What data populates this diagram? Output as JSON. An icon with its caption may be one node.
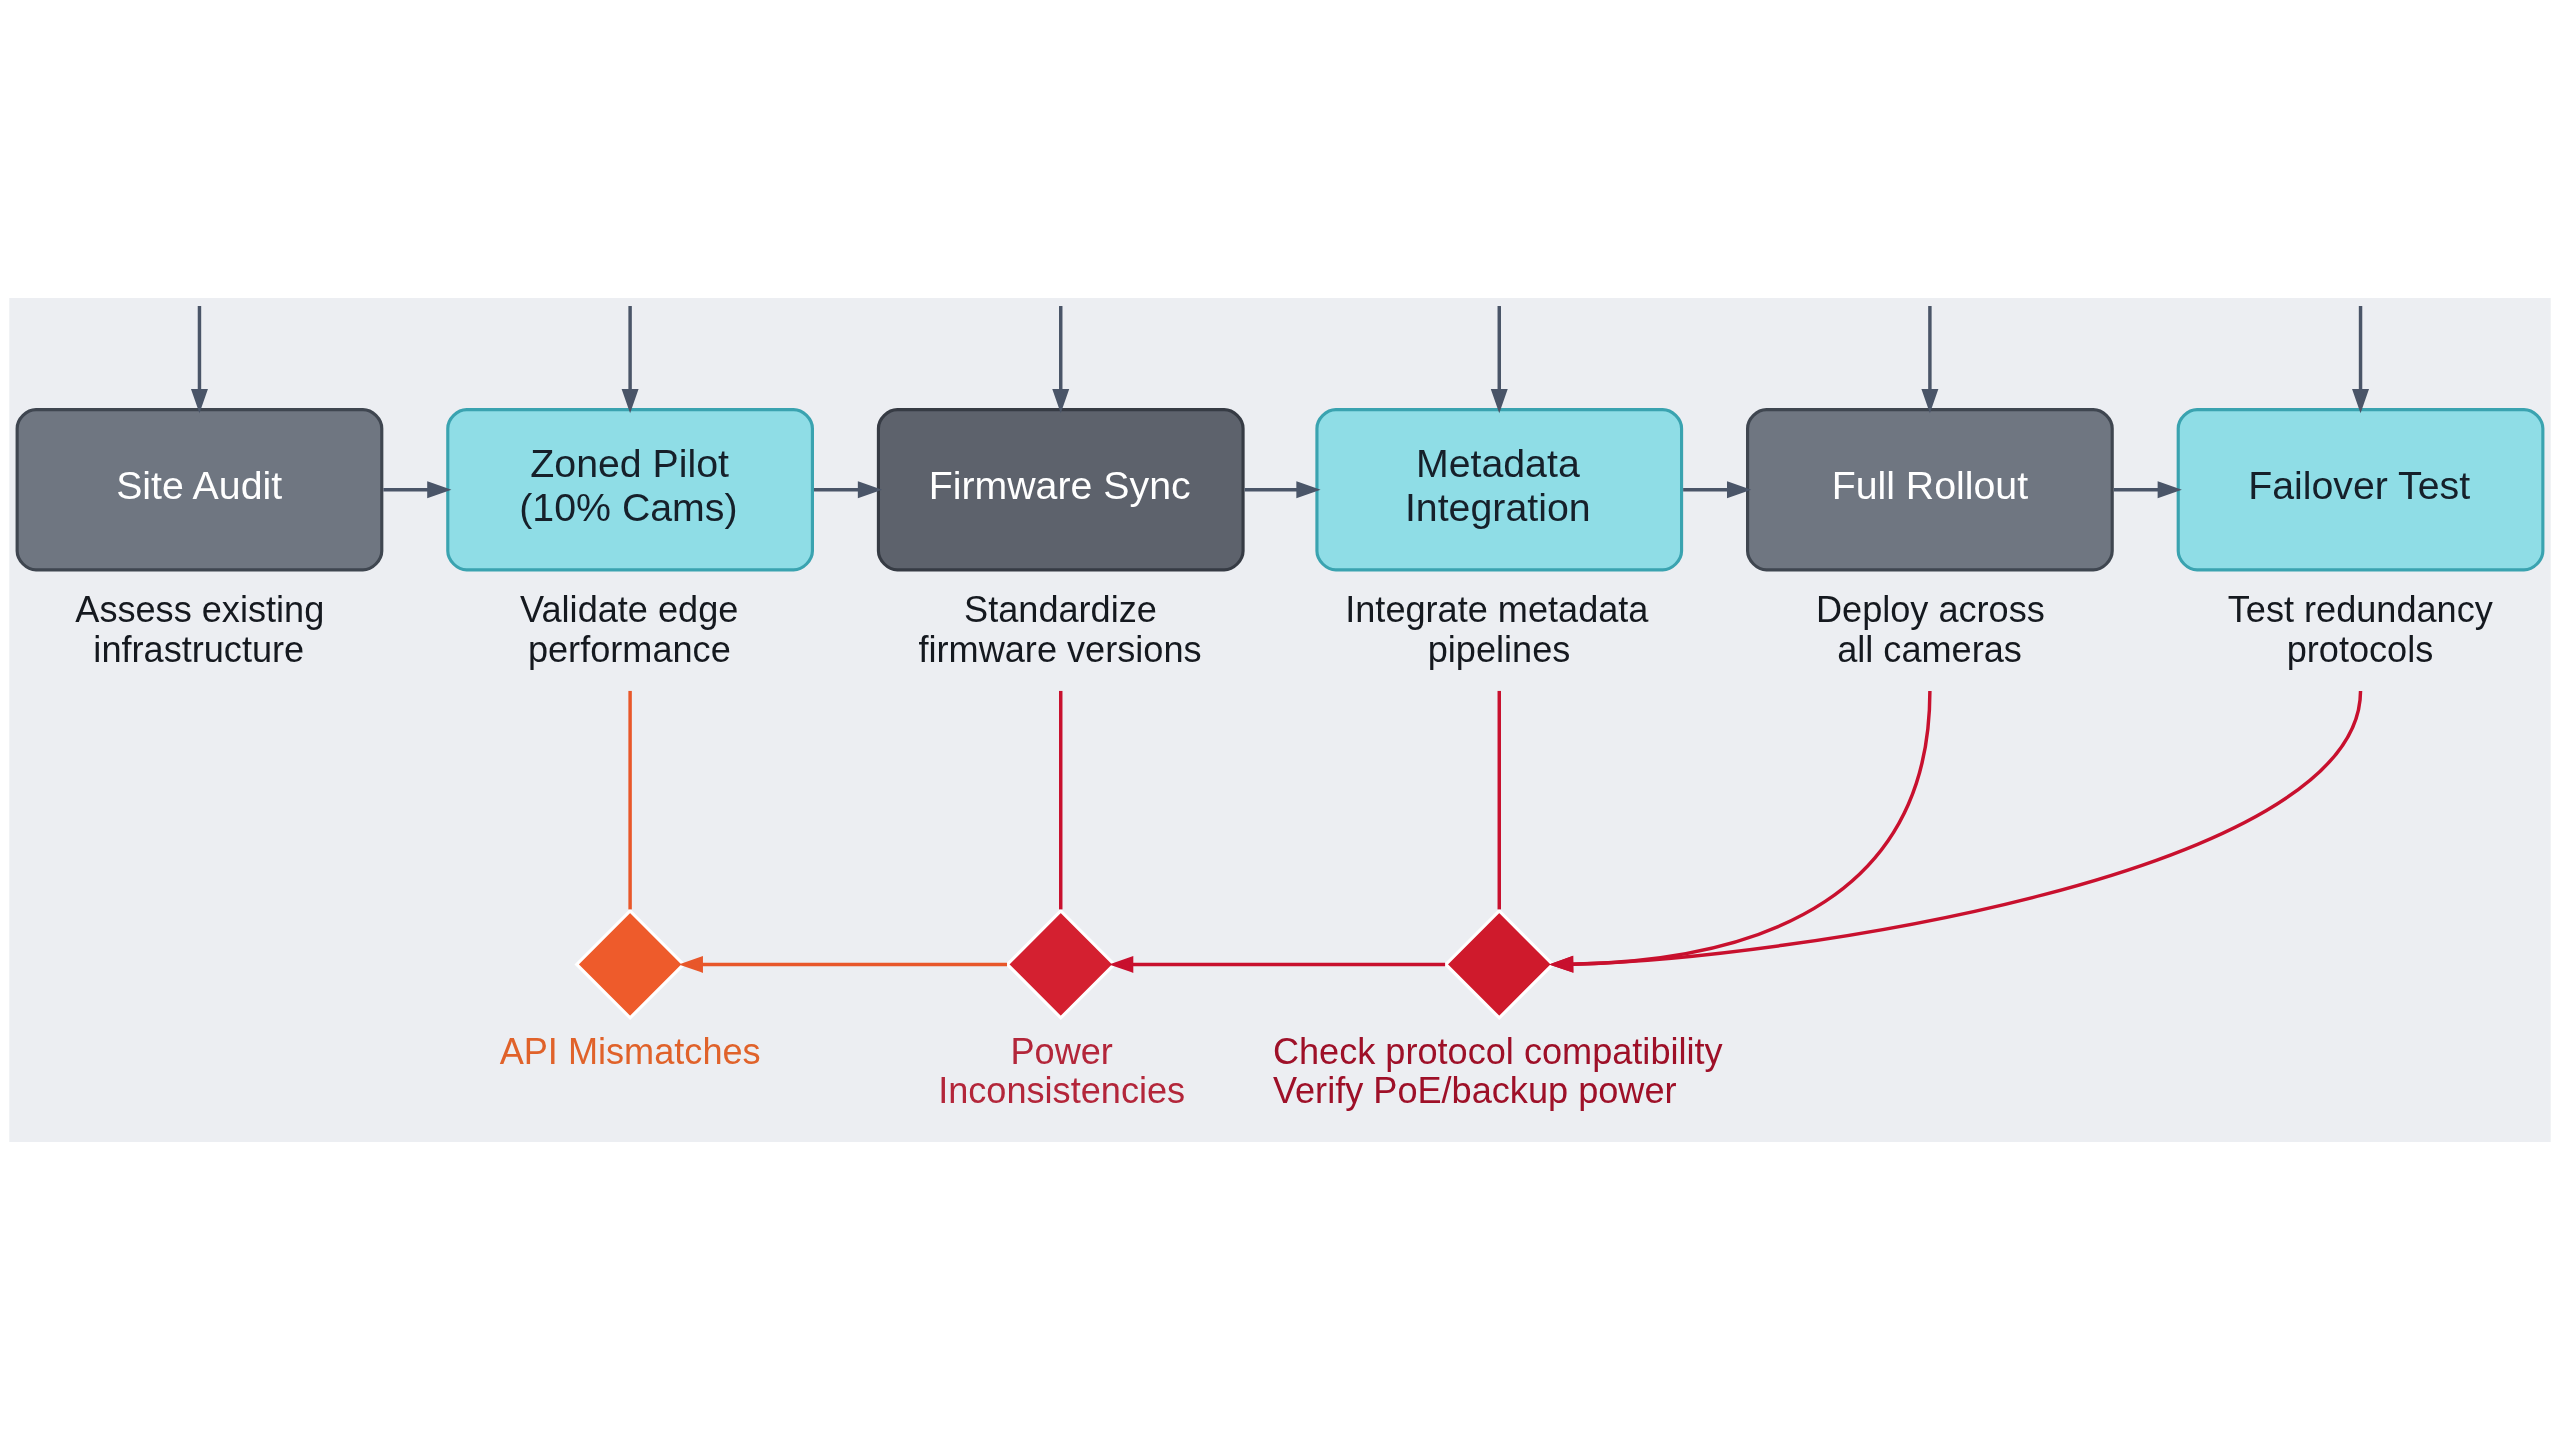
{
  "diagram": {
    "nodes": [
      {
        "text": [
          "Site Audit"
        ],
        "beside": [
          "Assess existing infrastructure"
        ]
      },
      {
        "text": [
          "Zoned Pilot (10% Cams)"
        ],
        "beside": [
          "Validate edge performance"
        ]
      },
      {
        "text": [
          "Firmware Sync"
        ],
        "beside": [
          "Standardize firmware versions"
        ]
      },
      {
        "text": [
          "Metadata Integration"
        ],
        "beside": [
          "Integrate metadata pipelines"
        ]
      },
      {
        "text": [
          "Full Rollout"
        ],
        "beside": [
          "Deploy across all cameras"
        ]
      },
      {
        "text": [
          "Failover Test"
        ],
        "beside": [
          "Test redundancy protocols"
        ]
      },
      {
        "text": [],
        "shape": "diamond",
        "beside": [
          "API Mismatches"
        ]
      },
      {
        "text": [],
        "shape": "diamond",
        "beside": [
          "Power Inconsistencies"
        ]
      },
      {
        "text": [],
        "shape": "diamond",
        "beside": [
          "Check protocol compatibility",
          "Verify PoE/backup power"
        ]
      }
    ],
    "edges": [
      {
        "from": null,
        "to": 0,
        "arrow": "to"
      },
      {
        "from": null,
        "to": 1,
        "arrow": "to"
      },
      {
        "from": null,
        "to": 2,
        "arrow": "to"
      },
      {
        "from": null,
        "to": 3,
        "arrow": "to"
      },
      {
        "from": null,
        "to": 4,
        "arrow": "to"
      },
      {
        "from": null,
        "to": 5,
        "arrow": "to"
      },
      {
        "from": 0,
        "to": 1,
        "arrow": "to"
      },
      {
        "from": 1,
        "to": 2,
        "arrow": "to"
      },
      {
        "from": 2,
        "to": 3,
        "arrow": "to"
      },
      {
        "from": 3,
        "to": 4,
        "arrow": "to"
      },
      {
        "from": 4,
        "to": 5,
        "arrow": "to"
      },
      {
        "from": 1,
        "to": 6,
        "arrow": "none",
        "color": "#e8572a"
      },
      {
        "from": 2,
        "to": 7,
        "arrow": "none",
        "color": "#c8102e"
      },
      {
        "from": 3,
        "to": 8,
        "arrow": "none",
        "color": "#c8102e"
      },
      {
        "from": 4,
        "to": 8,
        "arrow": "to",
        "color": "#c8102e"
      },
      {
        "from": 5,
        "to": 8,
        "arrow": "to",
        "color": "#c8102e"
      },
      {
        "from": 8,
        "to": 7,
        "arrow": "to",
        "color": "#c8102e"
      },
      {
        "from": 7,
        "to": 6,
        "arrow": "to",
        "color": "#e8572a"
      }
    ]
  }
}
